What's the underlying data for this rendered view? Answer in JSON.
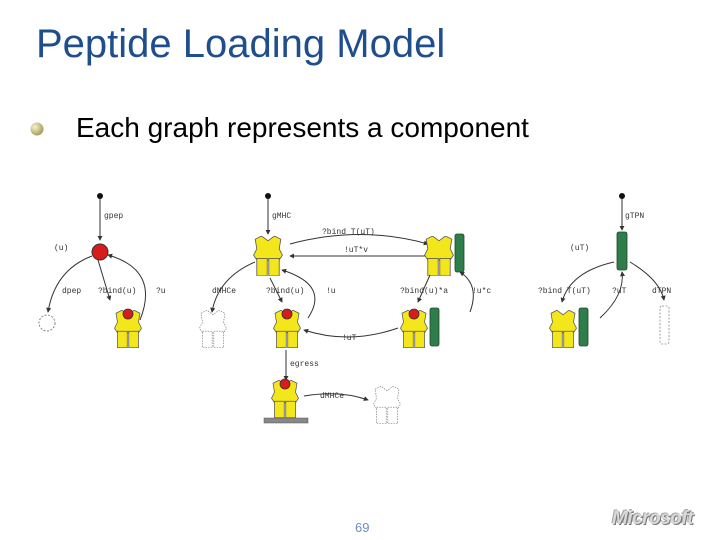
{
  "slide": {
    "title": "Peptide Loading Model",
    "bullet": "Each graph represents a component",
    "page_number": "69",
    "logo_text": "Microsoft"
  },
  "diagram": {
    "graph1": {
      "label_top": "gpep",
      "label_left": "(u)",
      "label_dpep": "dpep",
      "label_bind": "?bind(u)",
      "label_right": "?u"
    },
    "graph2": {
      "label_top": "gMHC",
      "label_bindT": "?bind T(uT)",
      "label_uTv": "!uT*v",
      "label_dMHC": "dMHCe",
      "label_bindu": "?bind(u)",
      "label_u": "!u",
      "label_bind_a": "?bind(u)*a",
      "label_ucirc": "!u*c",
      "label_uT": "!uT",
      "label_egress": "egress",
      "label_dMHCe2": "dMHCe"
    },
    "graph3": {
      "label_top": "gTPN",
      "label_uT": "(uT)",
      "label_bindT": "?bind T(uT)",
      "label_right_uT": "?uT",
      "label_dTPN": "dTPN"
    },
    "colors": {
      "yellow": "#f3e61a",
      "red": "#d81b1b",
      "green": "#2e7d4a",
      "title": "#1f4e8c"
    }
  }
}
